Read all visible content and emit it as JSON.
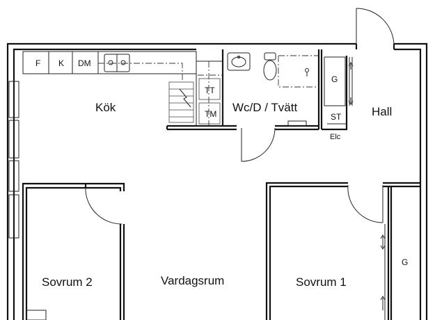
{
  "rooms": {
    "kitchen": "Kök",
    "wc": "Wc/D / Tvätt",
    "hall": "Hall",
    "bedroom2": "Sovrum 2",
    "living": "Vardagsrum",
    "bedroom1": "Sovrum 1"
  },
  "fixtures": {
    "freezer": "F",
    "fridge": "K",
    "dishwasher": "DM",
    "dryer": "TT",
    "washer": "TM",
    "wardrobe_hall": "G",
    "storage": "ST",
    "electric": "Elc",
    "wardrobe_bedroom": "G"
  }
}
